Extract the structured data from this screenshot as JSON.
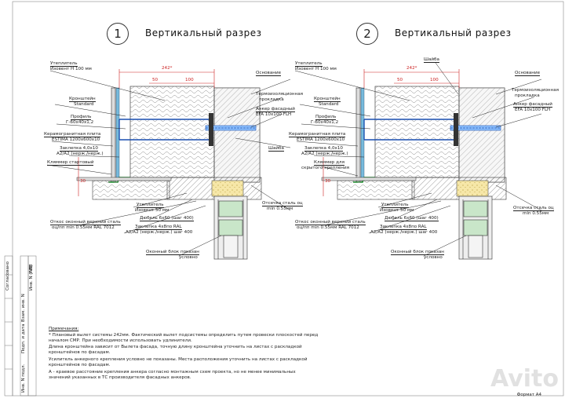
{
  "sections": [
    {
      "number": "1",
      "title": "Вертикальный разрез"
    },
    {
      "number": "2",
      "title": "Вертикальный разрез"
    }
  ],
  "dims": {
    "total": "242*",
    "a": "50",
    "b": "100",
    "c": "30"
  },
  "labels_left": {
    "insulation_top": "Утеплитель",
    "insulation_top_sub": "Изовент Н 100 мм",
    "bracket": "Кронштейн",
    "bracket_sub": "Standard",
    "profile": "Профиль",
    "profile_sub": "Г-60х40х1,2",
    "plate": "Керамогранитная плита",
    "plate_sub": "ESTIMA 1200х600х10",
    "rivet": "Заклепка 4,0х10",
    "rivet_sub": "А2/А2 (нерж./нерж.)",
    "clamp": "Кляммер стартовый",
    "insulation_bottom": "Утеплитель",
    "insulation_bottom_sub": "Изовент 50 мм",
    "dowel": "Дюбель 6х60 (шаг 400)",
    "slope": "Откос оконный верхний сталь",
    "slope_sub": "оц/пп min 0.55мм RAL 7012",
    "rivet2": "Заклепка 4х8по RAL",
    "rivet2_sub": "А2/А2 (нерж./нерж.) шаг 400",
    "window": "Оконный блок показан",
    "window_sub": "условно"
  },
  "labels_right": {
    "base": "Основание",
    "thermal": "Термоизоляционная",
    "thermal_sub": "прокладка",
    "anchor": "Анкер фасадный",
    "anchor_sub": "EFA 10х100 FLH",
    "washer": "Шайба",
    "cutoff": "Отсечка сталь оц",
    "cutoff_sub": "min 0.55мм"
  },
  "extra_right": {
    "washer_top": "Шайба",
    "clamp_hidden": "Кляммер для",
    "clamp_hidden_sub": "скрытого крепления"
  },
  "notes": [
    "Примечания:",
    "* Плановый вылет системы 242мм. Фактический вылет подсистемы определить путем провески плоскостей перед",
    "началом СМР. При необходимости использовать удлинители.",
    "  Длина кронштейна зависит от Вылета фасада, точную длину кронштейна уточнить на листах с раскладкой",
    "кронштейнов по фасадам.",
    "  Усилитель анкерного крепления условно не показаны. Места расположения уточнить на листах с раскладкой",
    "кронштейнов по фасадам.",
    "  А - краевое расстояние крепления анкера согласно монтажным схем проекта, но не менее минимальных",
    "значений указанных в ТС производителя фасадных анкеров."
  ],
  "side_stamp": [
    "Согласовано",
    "Взам. инв. N",
    "Подп. и дата",
    "Инв. N подл.",
    "Инв. N (АП)",
    "ГИП"
  ],
  "format_label": "Формат А4",
  "watermark": "Avito"
}
